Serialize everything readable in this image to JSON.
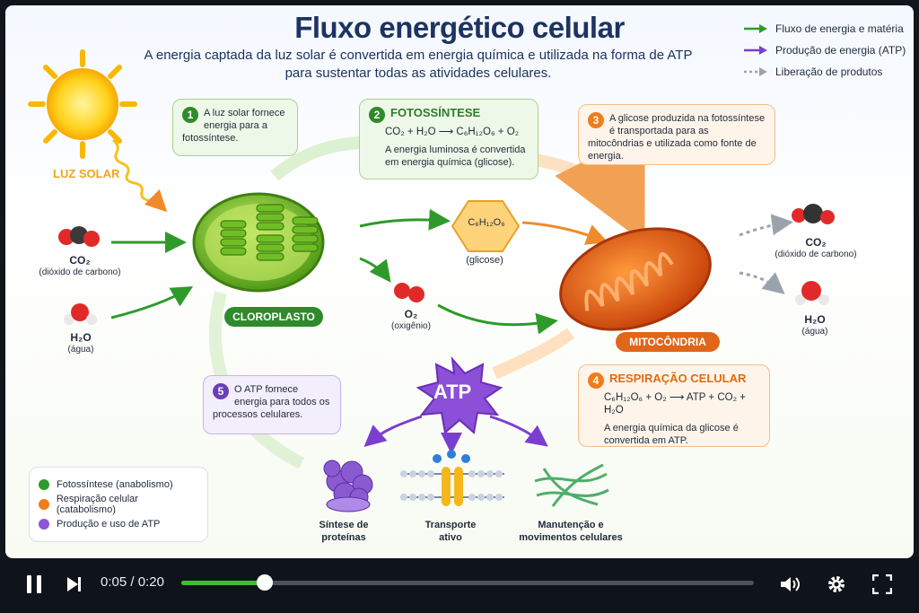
{
  "slide": {
    "title": "Fluxo energético celular",
    "subtitle": "A energia captada da luz solar é convertida em energia química e utilizada na forma de ATP para sustentar todas as atividades celulares.",
    "legend_top": [
      {
        "label": "Fluxo de energia e matéria",
        "color": "#2f9a2b"
      },
      {
        "label": "Produção de energia (ATP)",
        "color": "#7b3fd0"
      },
      {
        "label": "Liberação de produtos",
        "color": "#9aa3ad"
      }
    ],
    "sun_label": "LUZ SOLAR",
    "steps": {
      "s1": {
        "num": "1",
        "text": "A luz solar fornece energia para a fotossíntese."
      },
      "s2": {
        "num": "2",
        "title": "FOTOSSÍNTESE",
        "equation": "CO₂ + H₂O  ⟶  C₆H₁₂O₆ + O₂",
        "text": "A energia luminosa é convertida em energia química (glicose)."
      },
      "s3": {
        "num": "3",
        "text": "A glicose produzida na fotossíntese é transportada para as mitocôndrias e utilizada como fonte de energia."
      },
      "s4": {
        "num": "4",
        "title": "RESPIRAÇÃO CELULAR",
        "equation": "C₆H₁₂O₆ + O₂  ⟶  ATP + CO₂ + H₂O",
        "text": "A energia química da glicose é convertida em ATP."
      },
      "s5": {
        "num": "5",
        "text": "O ATP fornece energia para todos os processos celulares."
      }
    },
    "molecules": {
      "co2_in": {
        "formula": "CO₂",
        "name": "(dióxido de carbono)"
      },
      "h2o_in": {
        "formula": "H₂O",
        "name": "(água)"
      },
      "glucose": {
        "formula": "C₆H₁₂O₆",
        "name": "(glicose)"
      },
      "o2": {
        "formula": "O₂",
        "name": "(oxigênio)"
      },
      "co2_out": {
        "formula": "CO₂",
        "name": "(dióxido de carbono)"
      },
      "h2o_out": {
        "formula": "H₂O",
        "name": "(água)"
      }
    },
    "organelles": {
      "chloroplast": "CLOROPLASTO",
      "mitochondria": "MITOCÔNDRIA"
    },
    "atp": "ATP",
    "processes": [
      "Síntese de proteínas",
      "Transporte ativo",
      "Manutenção e movimentos celulares"
    ],
    "legend_bottom": [
      {
        "label": "Fotossíntese (anabolismo)",
        "color": "#2f9a2b"
      },
      {
        "label": "Respiração celular (catabolismo)",
        "color": "#ef7d1a"
      },
      {
        "label": "Produção e uso de ATP",
        "color": "#8b55d6"
      }
    ]
  },
  "player": {
    "current_time": "0:05",
    "separator": "/",
    "duration": "0:20",
    "progress": 0.145,
    "icons": [
      "pause-icon",
      "skip-next-icon",
      "volume-icon",
      "settings-icon",
      "fullscreen-icon"
    ]
  }
}
